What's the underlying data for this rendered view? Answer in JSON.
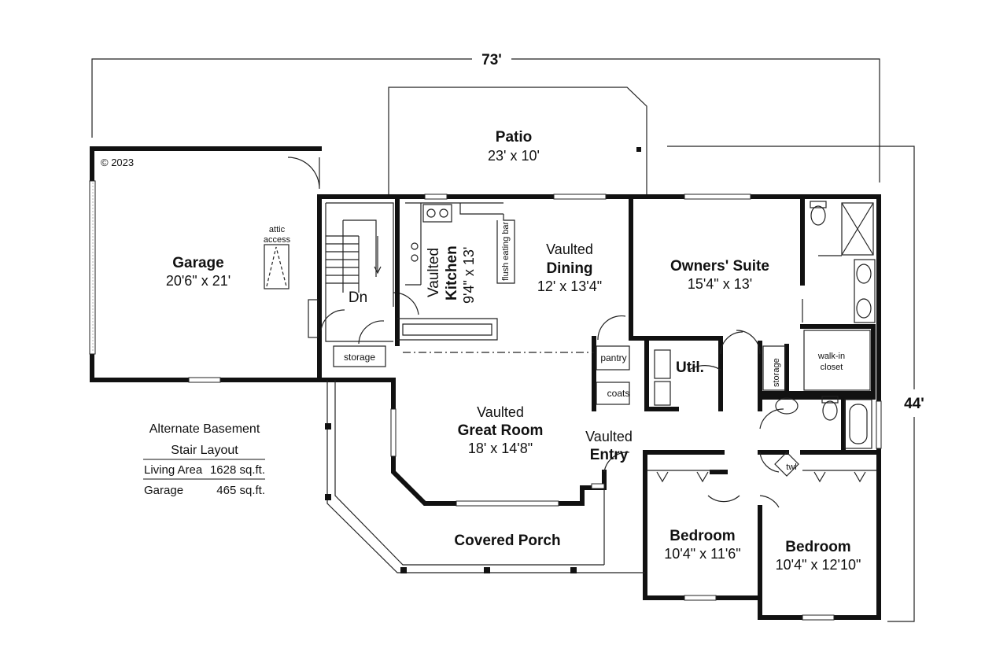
{
  "dimensions": {
    "width_total": "73'",
    "depth_total": "44'"
  },
  "copyright": "© 2023",
  "rooms": {
    "patio": {
      "name": "Patio",
      "size": "23' x 10'"
    },
    "garage": {
      "name": "Garage",
      "size": "20'6\" x 21'",
      "attic_line1": "attic",
      "attic_line2": "access"
    },
    "kitchen": {
      "prefix": "Vaulted",
      "name": "Kitchen",
      "size": "9'4\" x 13'",
      "bar": "flush eating bar"
    },
    "dining": {
      "prefix": "Vaulted",
      "name": "Dining",
      "size": "12' x 13'4\""
    },
    "owners_suite": {
      "name": "Owners' Suite",
      "size": "15'4\" x 13'"
    },
    "great_room": {
      "prefix": "Vaulted",
      "name": "Great Room",
      "size": "18' x 14'8\""
    },
    "entry": {
      "prefix": "Vaulted",
      "name": "Entry"
    },
    "utility": {
      "name": "Util."
    },
    "porch": {
      "name": "Covered Porch"
    },
    "bedroom_left": {
      "name": "Bedroom",
      "size": "10'4\" x 11'6\""
    },
    "bedroom_right": {
      "name": "Bedroom",
      "size": "10'4\" x 12'10\""
    },
    "stair": {
      "label": "Dn"
    },
    "storage_stair": {
      "label": "storage"
    },
    "pantry": {
      "label": "pantry"
    },
    "coats": {
      "label": "coats"
    },
    "storage_hall": {
      "label": "storage"
    },
    "walkin": {
      "line1": "walk-in",
      "line2": "closet"
    },
    "twl": {
      "label": "twl"
    }
  },
  "notes": {
    "line1": "Alternate Basement",
    "line2": "Stair Layout",
    "living_label": "Living Area",
    "living_value": "1628 sq.ft.",
    "garage_label": "Garage",
    "garage_value": "465 sq.ft."
  }
}
